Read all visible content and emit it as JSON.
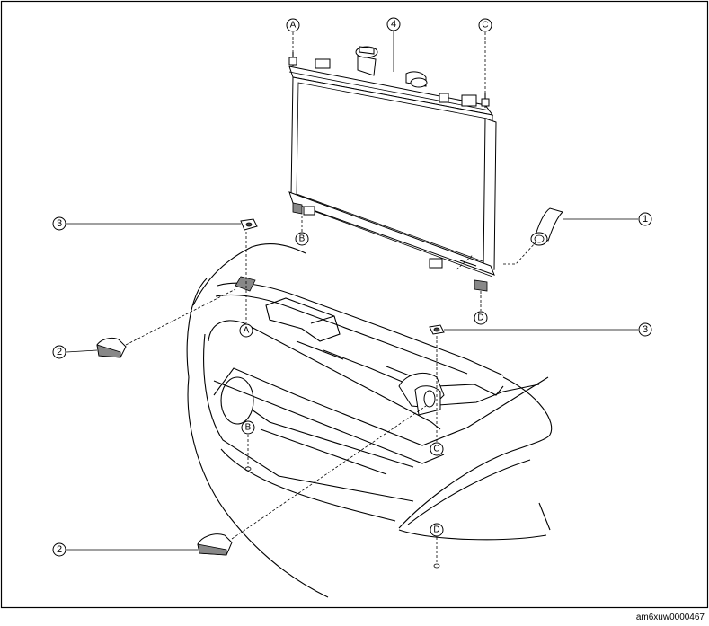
{
  "callouts": {
    "c1": "1",
    "c2a": "2",
    "c2b": "2",
    "c3a": "3",
    "c3b": "3",
    "c4": "4"
  },
  "refs": {
    "A_top": "A",
    "C_top": "C",
    "B_rad": "B",
    "D_rad": "D",
    "A_low": "A",
    "B_low": "B",
    "C_low": "C",
    "D_low": "D"
  },
  "image_id": "am6xuw0000467"
}
